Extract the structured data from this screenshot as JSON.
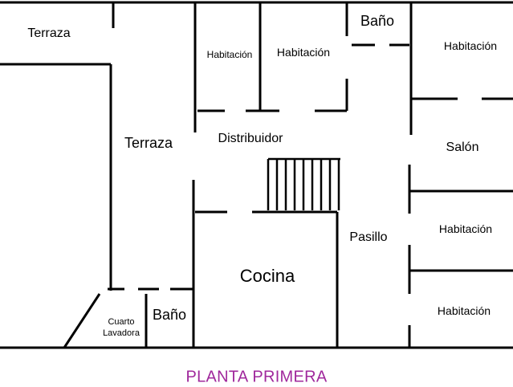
{
  "colors": {
    "walls": "#000000",
    "caption": "#a0289c"
  },
  "rooms": {
    "terraza_top": "Terraza",
    "terraza_left": "Terraza",
    "habitacion_1": "Habitación",
    "habitacion_2": "Habitación",
    "bano_top": "Baño",
    "habitacion_right_top": "Habitación",
    "distribuidor": "Distribuidor",
    "salon": "Salón",
    "pasillo": "Pasillo",
    "habitacion_right_mid": "Habitación",
    "cocina": "Cocina",
    "bano_bottom": "Baño",
    "cuarto_lavadora_line1": "Cuarto",
    "cuarto_lavadora_line2": "Lavadora",
    "habitacion_right_bottom": "Habitación"
  },
  "caption": "PLANTA PRIMERA"
}
